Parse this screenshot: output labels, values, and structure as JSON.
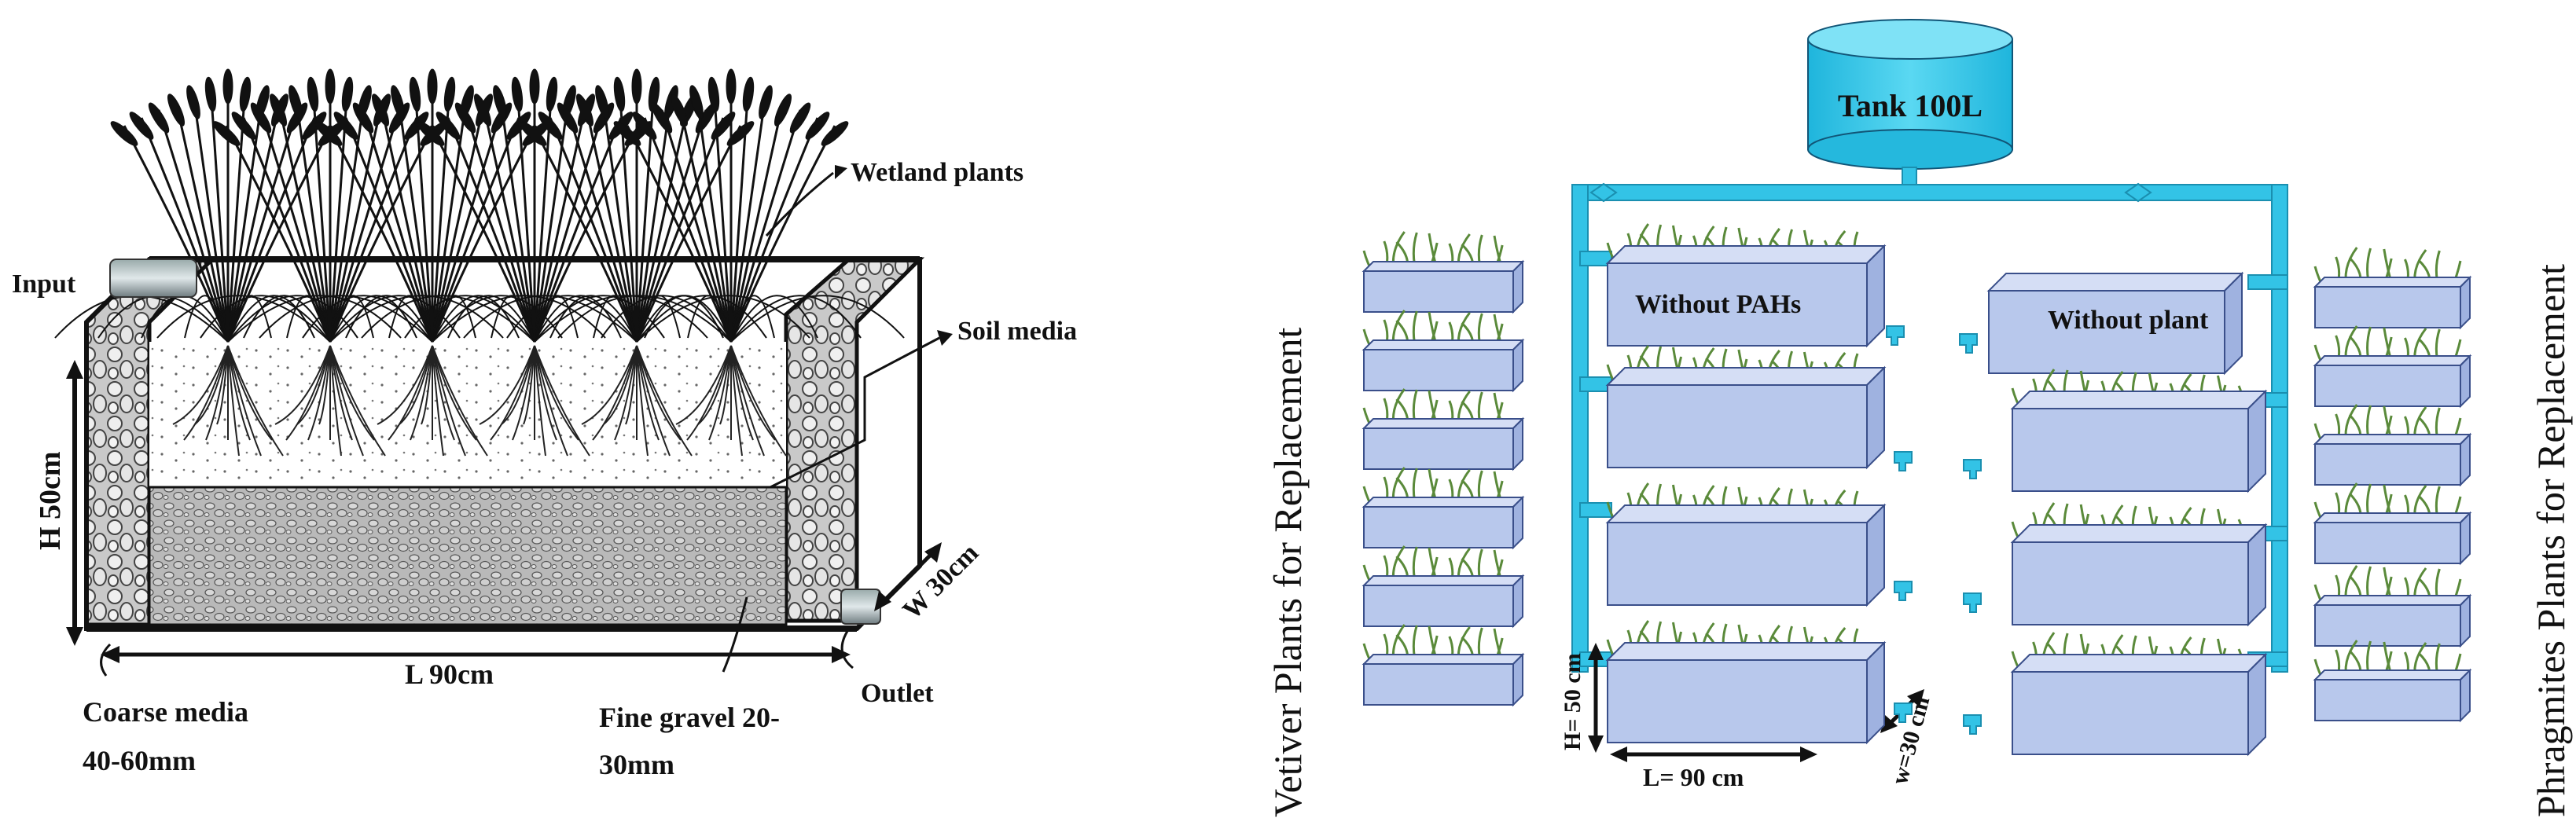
{
  "left_panel": {
    "labels": {
      "input": "Input",
      "wetland_plants": "Wetland plants",
      "soil_media": "Soil media",
      "height": "H 50cm",
      "width": "W 30cm",
      "length": "L 90cm",
      "outlet": "Outlet",
      "coarse_media_line1": "Coarse media",
      "coarse_media_line2": "40-60mm",
      "fine_gravel_line1": "Fine gravel 20-",
      "fine_gravel_line2": "30mm"
    }
  },
  "right_panel": {
    "tank_label": "Tank 100L",
    "vetiver_side_label": "Vetiver Plants for Replacement",
    "phragmites_side_label": "Phragmites Plants for Replacement",
    "box_without_pahs": "Without PAHs",
    "box_without_plant": "Without plant",
    "dim_height": "H= 50 cm",
    "dim_length": "L= 90 cm",
    "dim_width": "w=30 cm"
  },
  "colors": {
    "pipe": "#33c3e6",
    "tank": "#33c8e8",
    "box_fill": "#b8c8ec",
    "box_stroke": "#3a4f8a",
    "plant": "#5a8a3a"
  }
}
